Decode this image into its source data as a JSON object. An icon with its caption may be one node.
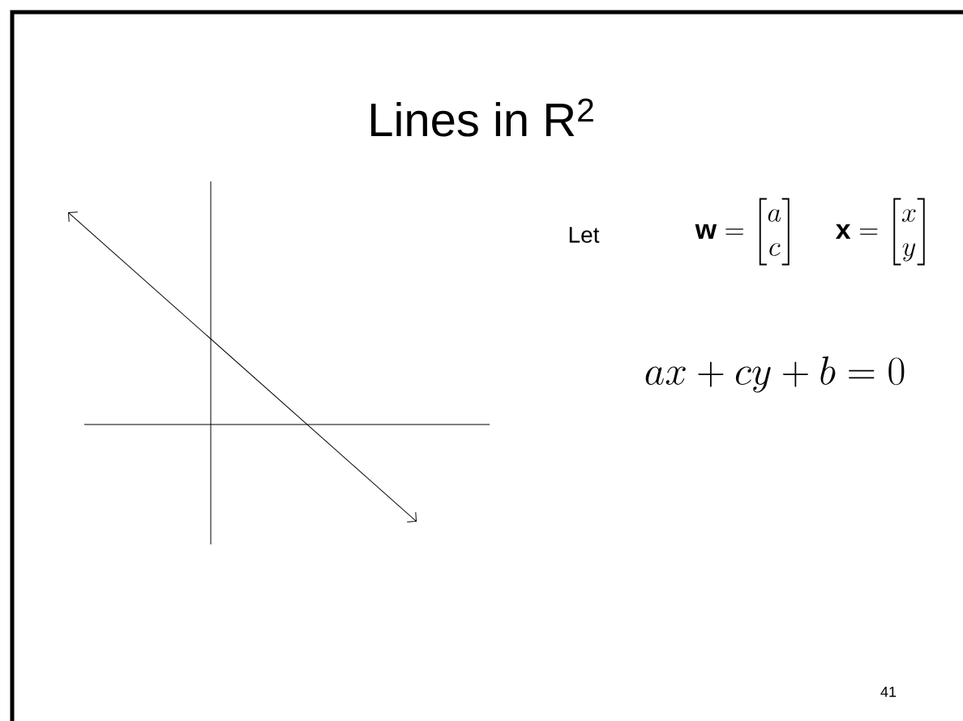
{
  "diagram": {
    "title": "Lines in R$^{2}$",
    "labels": [
      "Let",
      "\\mathbf{w}=\\begin{bmatrix}a\\\\ c\\end{bmatrix}",
      "\\mathbf{x}=\\begin{bmatrix}x\\\\ y\\end{bmatrix}",
      "ax+cy+b=0",
      "41"
    ]
  }
}
